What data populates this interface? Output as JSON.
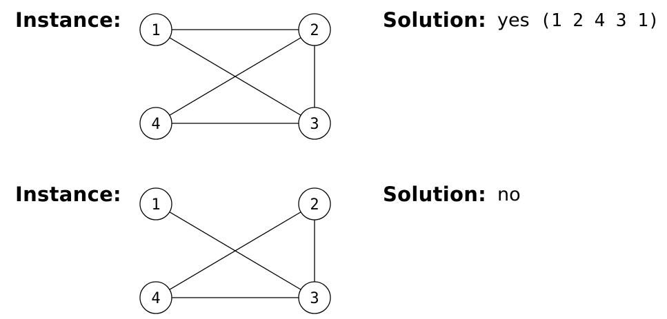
{
  "instances": [
    {
      "instance_label": "Instance:",
      "solution_label": "Solution:",
      "solution_answer": "yes",
      "solution_tour": "(1 2 4 3 1)",
      "nodes": [
        {
          "id": "1",
          "label": "1"
        },
        {
          "id": "2",
          "label": "2"
        },
        {
          "id": "3",
          "label": "3"
        },
        {
          "id": "4",
          "label": "4"
        }
      ],
      "edges": [
        [
          "1",
          "2"
        ],
        [
          "1",
          "3"
        ],
        [
          "2",
          "3"
        ],
        [
          "2",
          "4"
        ],
        [
          "4",
          "3"
        ]
      ]
    },
    {
      "instance_label": "Instance:",
      "solution_label": "Solution:",
      "solution_answer": "no",
      "solution_tour": "",
      "nodes": [
        {
          "id": "1",
          "label": "1"
        },
        {
          "id": "2",
          "label": "2"
        },
        {
          "id": "3",
          "label": "3"
        },
        {
          "id": "4",
          "label": "4"
        }
      ],
      "edges": [
        [
          "1",
          "3"
        ],
        [
          "2",
          "3"
        ],
        [
          "2",
          "4"
        ],
        [
          "4",
          "3"
        ]
      ]
    }
  ]
}
